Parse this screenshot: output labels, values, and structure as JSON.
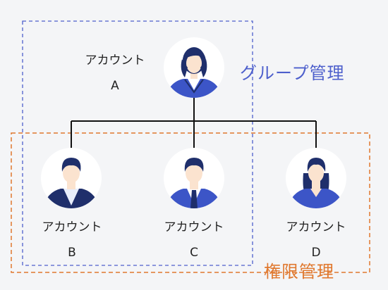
{
  "accounts": {
    "a": {
      "line1": "アカウント",
      "line2": "A"
    },
    "b": {
      "line1": "アカウント",
      "line2": "B"
    },
    "c": {
      "line1": "アカウント",
      "line2": "C"
    },
    "d": {
      "line1": "アカウント",
      "line2": "D"
    }
  },
  "boxes": {
    "group": {
      "label": "グループ管理",
      "color": "#4d5fcc"
    },
    "permission": {
      "label": "権限管理",
      "color": "#e0782e"
    }
  },
  "icons": {
    "a": "businesswoman-avatar-icon",
    "b": "businessman-casual-avatar-icon",
    "c": "businessman-tie-avatar-icon",
    "d": "businesswoman-long-hair-avatar-icon"
  },
  "colors": {
    "navy": "#1f2f6b",
    "blue_suit": "#3c55c7",
    "skin": "#fbe3cf",
    "connector": "#111111"
  }
}
